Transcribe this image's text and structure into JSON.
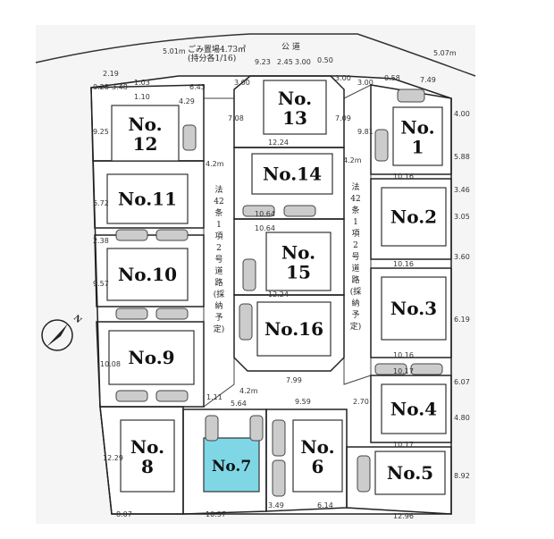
{
  "public_road": "公 道",
  "garbage_area": "ごみ置場4.73㎡",
  "garbage_share": "(持分各1/16)",
  "private_road_label": [
    "法",
    "42",
    "条",
    "1",
    "項",
    "2",
    "号",
    "道",
    "路",
    "(採",
    "納",
    "予",
    "定)"
  ],
  "road_width": "4.2m",
  "north": "N",
  "highlight_color": "#7fd7e6",
  "lots": [
    {
      "id": "12",
      "label": "No.",
      "num": "12"
    },
    {
      "id": "11",
      "label": "No.11"
    },
    {
      "id": "10",
      "label": "No.10"
    },
    {
      "id": "9",
      "label": "No.9"
    },
    {
      "id": "8",
      "label": "No.",
      "num": "8"
    },
    {
      "id": "7",
      "label": "No.7"
    },
    {
      "id": "6",
      "label": "No.",
      "num": "6"
    },
    {
      "id": "5",
      "label": "No.5"
    },
    {
      "id": "4",
      "label": "No.4"
    },
    {
      "id": "3",
      "label": "No.3"
    },
    {
      "id": "2",
      "label": "No.2"
    },
    {
      "id": "1",
      "label": "No.",
      "num": "1"
    },
    {
      "id": "13",
      "label": "No.",
      "num": "13"
    },
    {
      "id": "14",
      "label": "No.14"
    },
    {
      "id": "15",
      "label": "No.",
      "num": "15"
    },
    {
      "id": "16",
      "label": "No.16"
    }
  ],
  "dims": [
    "5.01m",
    "5.07m",
    "2.19",
    "0.28",
    "3.48",
    "1.03",
    "1.10",
    "4.29",
    "6.43",
    "3.00",
    "9.23",
    "2.45",
    "3.00",
    "0.50",
    "3.00",
    "3.00",
    "0.58",
    "7.49",
    "9.25",
    "6.72",
    "2.38",
    "9.57",
    "10.08",
    "12.29",
    "8.07",
    "10.37",
    "3.49",
    "6.14",
    "12.96",
    "5.64",
    "9.59",
    "2.70",
    "1.11",
    "10.64",
    "10.64",
    "12.24",
    "12.24",
    "10.16",
    "10.16",
    "10.16",
    "10.17",
    "10.17",
    "7.99",
    "4.00",
    "5.88",
    "3.46",
    "3.05",
    "3.60",
    "6.19",
    "6.07",
    "4.80",
    "8.92",
    "9.81",
    "7.08",
    "7.09"
  ]
}
